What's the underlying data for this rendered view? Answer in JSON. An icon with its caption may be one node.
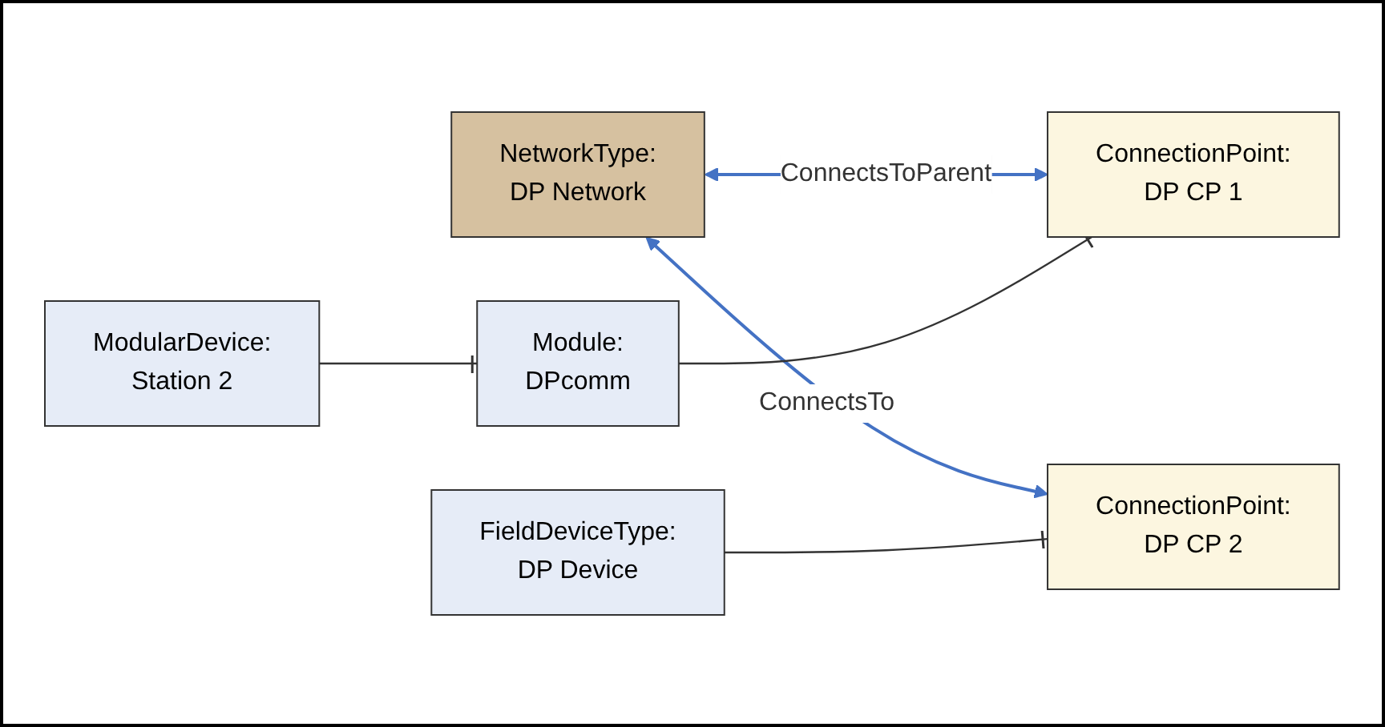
{
  "diagram": {
    "nodes": [
      {
        "text": [
          "NetworkType:",
          "DP Network"
        ]
      },
      {
        "text": [
          "ModularDevice:",
          "Station 2"
        ]
      },
      {
        "text": [
          "ConnectionPoint:",
          "DP CP 1"
        ]
      },
      {
        "text": [
          "Module:",
          "DPcomm"
        ]
      },
      {
        "text": [
          "ConnectionPoint:",
          "DP CP 2"
        ]
      },
      {
        "text": [
          "FieldDeviceType:",
          "DP Device"
        ]
      }
    ],
    "edges": [
      {
        "from": 0,
        "to": 2,
        "arrow": "both",
        "label": "ConnectsToParent",
        "color": "#4472c4"
      },
      {
        "from": 0,
        "to": 4,
        "arrow": "both",
        "label": "ConnectsTo",
        "color": "#4472c4"
      },
      {
        "from": 1,
        "to": 3,
        "arrow": "other"
      },
      {
        "from": 3,
        "to": 2,
        "arrow": "other"
      },
      {
        "from": 5,
        "to": 4,
        "arrow": "other"
      }
    ]
  }
}
